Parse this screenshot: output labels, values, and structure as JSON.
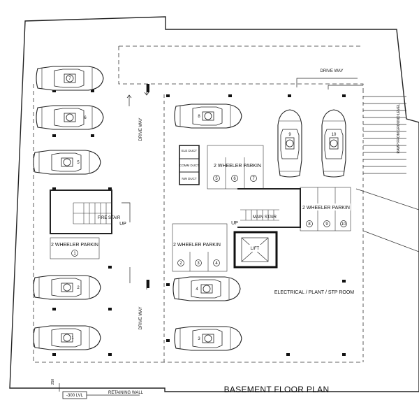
{
  "title": "BASEMENT FLOOR PLAN",
  "labels": {
    "drive_way_top": "DRIVE WAY",
    "drive_way_left_top": "DRIVE WAY",
    "drive_way_left_bottom": "DRIVE WAY",
    "ramp": "RAMP FROM GROUND LEVEL",
    "fire_stair": "FIRE STAIR",
    "up_left": "UP",
    "up_mid": "UP",
    "main_stair": "MAIN STAIR",
    "two_wheeler_left": "2 WHEELER PARKIN",
    "two_wheeler_top": "2 WHEELER PARKIN",
    "two_wheeler_mid": "2 WHEELER PARKIN",
    "two_wheeler_right": "2 WHEELER PARKIN",
    "elec_duct": "ELE DUCT",
    "comm_duct": "COMM DUCT",
    "nw_duct": "NW DUCT",
    "lift": "LIFT",
    "electrical_room": "ELECTRICAL / PLANT / STP ROOM",
    "retaining_wall": "RETAINING WALL",
    "level": "-300 LVL",
    "dim": "250"
  },
  "cars": [
    {
      "num": "7"
    },
    {
      "num": "6"
    },
    {
      "num": "5"
    },
    {
      "num": "8"
    },
    {
      "num": "9"
    },
    {
      "num": "10"
    },
    {
      "num": "2"
    },
    {
      "num": "1"
    },
    {
      "num": "4"
    },
    {
      "num": "3"
    }
  ],
  "bikes": {
    "top": [
      "5",
      "6",
      "7"
    ],
    "mid": [
      "2",
      "3",
      "4"
    ],
    "right": [
      "8",
      "9",
      "10"
    ],
    "left": [
      "1"
    ]
  }
}
